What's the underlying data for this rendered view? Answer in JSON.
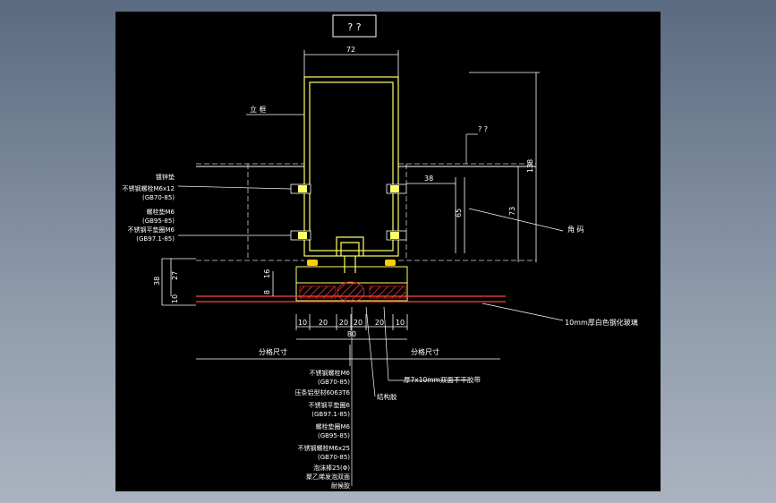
{
  "title_box": "?  ?",
  "colors": {
    "background": "#000000",
    "frame": "#ffffff",
    "profile": "#ffff66",
    "dim": "#ffffff",
    "hatch": "#ff3030",
    "glass": "#ff4444",
    "seal": "#ffd000",
    "dashed": "#cfcfcf"
  },
  "dims": {
    "top_width": "72",
    "h138": "138",
    "h73": "73",
    "h65": "65",
    "w38": "38",
    "left38": "38",
    "left27": "27",
    "left16": "16",
    "left8": "8",
    "left10": "10",
    "b10a": "10",
    "b20a": "20",
    "b20b": "20",
    "b20c": "20",
    "b20d": "20",
    "b10b": "10",
    "b80": "80"
  },
  "labels": {
    "mullion": "立  框",
    "question_label": "?  ?",
    "right_label": "角  码",
    "glass_note": "10mm厚白色钢化玻璃",
    "grid_size_left": "分格尺寸",
    "grid_size_right": "分格尺寸",
    "note_mid": "厚7x10mm双面不干胶带",
    "note_mid2": "结构胶",
    "left_notes": [
      "镀锌垫",
      "不锈钢螺栓M6x12",
      "(GB70-85)",
      "螺栓垫M6",
      "(GB95-85)",
      "不锈钢平垫圈M6",
      "(GB97.1-85)"
    ],
    "bottom_notes": [
      "不锈钢螺栓M6",
      "(GB70-85)",
      "压条铝型材6063T6",
      "不锈钢平垫圈6",
      "(GB97.1-85)",
      "螺栓垫圈M6",
      "(GB95-85)",
      "不锈钢螺栓M6x25",
      "(GB70-85)",
      "泡沫棒25(Φ)",
      "聚乙烯发泡双面",
      "耐候胶"
    ]
  }
}
